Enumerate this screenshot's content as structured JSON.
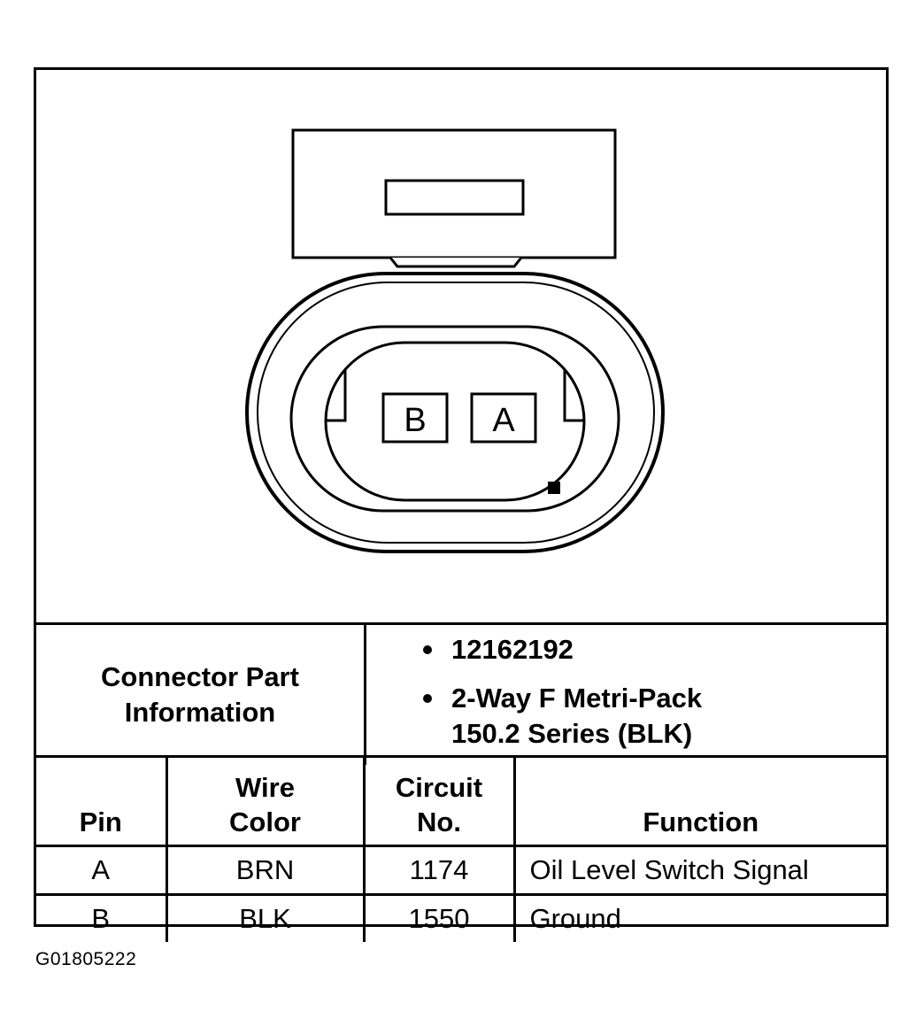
{
  "connector": {
    "pins": [
      {
        "label": "B"
      },
      {
        "label": "A"
      }
    ]
  },
  "part_info": {
    "label": "Connector Part Information",
    "items": [
      "12162192",
      "2-Way F Metri-Pack 150.2 Series (BLK)"
    ]
  },
  "pin_table": {
    "headers": {
      "pin": "Pin",
      "wire_color": "Wire Color",
      "circuit_no": "Circuit No.",
      "function": "Function"
    },
    "rows": [
      {
        "pin": "A",
        "wire_color": "BRN",
        "circuit_no": "1174",
        "function": "Oil Level Switch Signal"
      },
      {
        "pin": "B",
        "wire_color": "BLK",
        "circuit_no": "1550",
        "function": "Ground"
      }
    ]
  },
  "figure_id": "G01805222"
}
